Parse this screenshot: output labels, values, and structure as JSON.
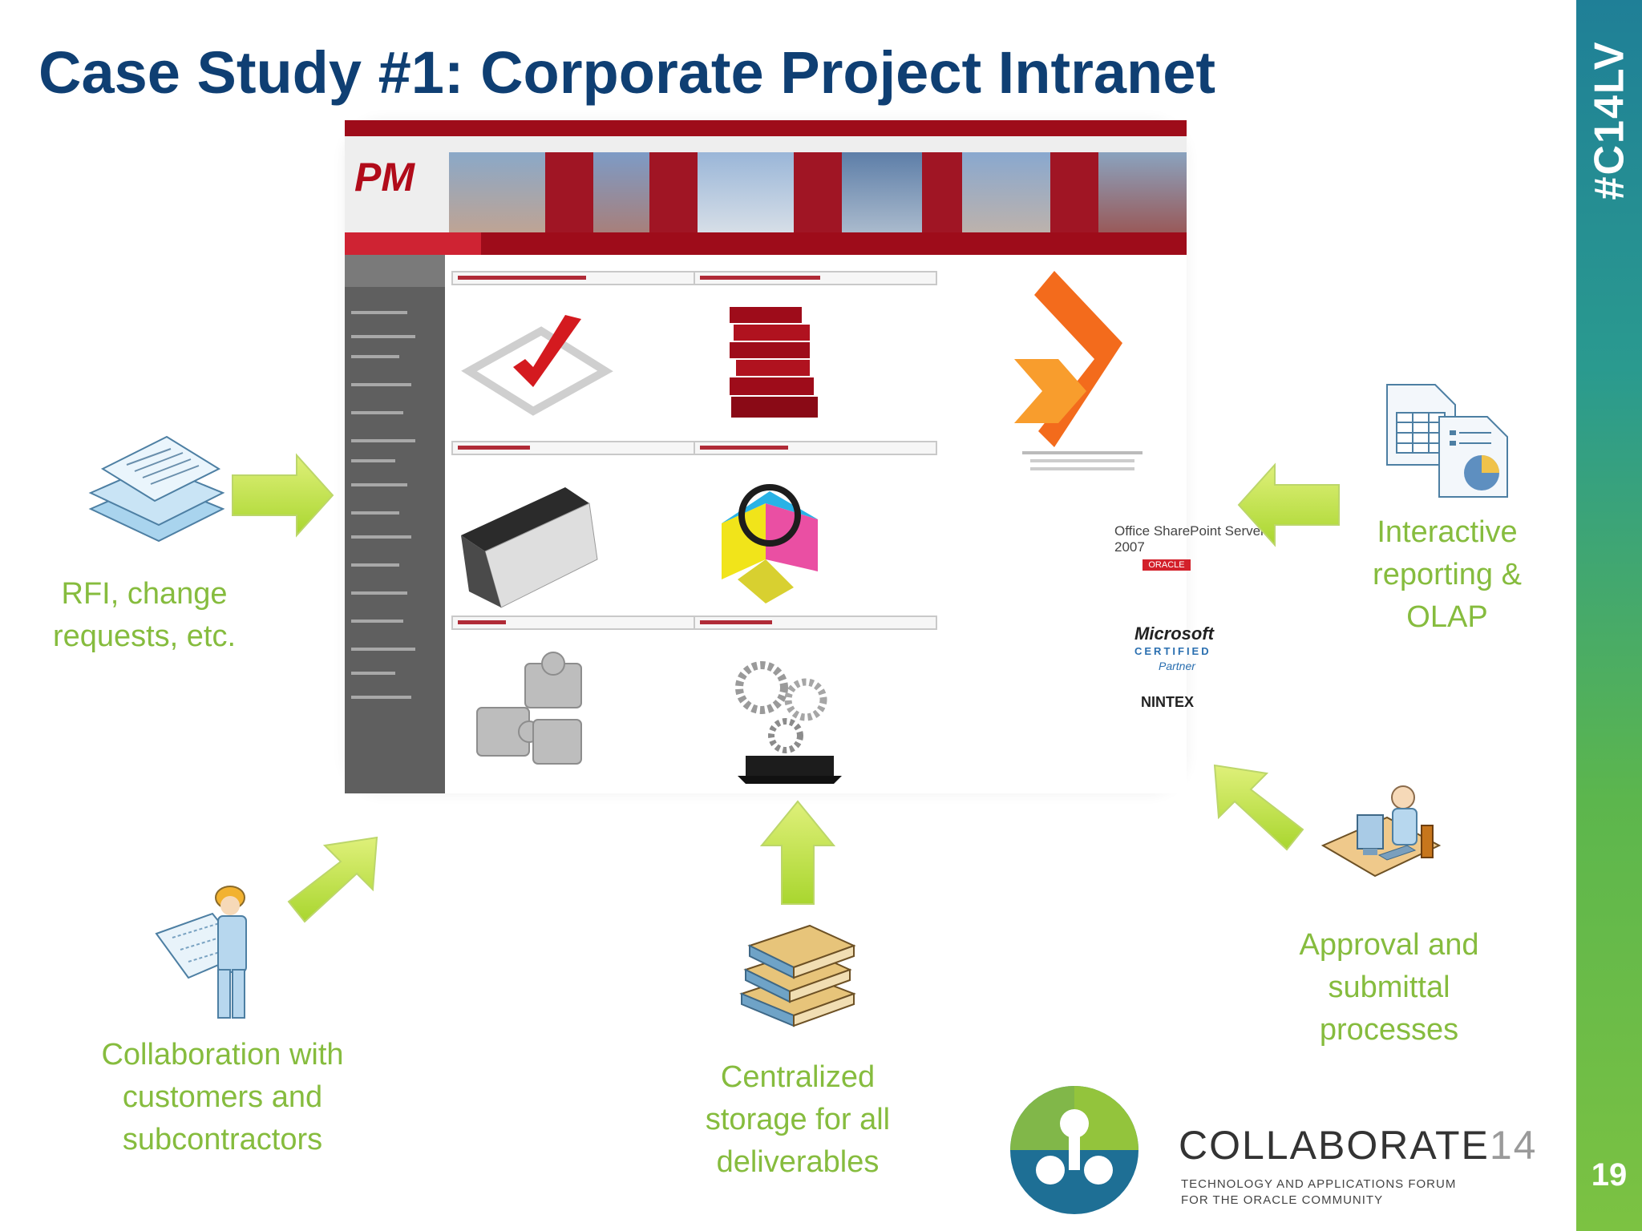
{
  "slide": {
    "title": "Case Study #1: Corporate Project Intranet",
    "hashtag": "#C14LV",
    "page_number": "19"
  },
  "intranet": {
    "logo_text": "PM",
    "partner_badges": [
      "Office SharePoint Server 2007",
      "ORACLE",
      "Microsoft",
      "CERTIFIED",
      "Partner",
      "NINTEX"
    ]
  },
  "items": {
    "rfi": "RFI, change requests, etc.",
    "reporting": "Interactive reporting & OLAP",
    "collaboration": "Collaboration with customers and subcontractors",
    "storage": "Centralized storage for all deliverables",
    "approval": "Approval and submittal processes"
  },
  "footer": {
    "brand_word": "COLLABORATE",
    "brand_num": "14",
    "tagline_line1": "TECHNOLOGY AND APPLICATIONS FORUM",
    "tagline_line2": "FOR THE ORACLE COMMUNITY"
  },
  "colors": {
    "title": "#0f3f73",
    "label_green": "#86bc3e",
    "arrow_green": "#c2e34a",
    "intranet_red": "#9e0c1a"
  },
  "icons": [
    "documents-stack-icon",
    "spreadsheet-chart-icon",
    "engineer-blueprint-icon",
    "books-stack-icon",
    "person-at-computer-icon"
  ]
}
